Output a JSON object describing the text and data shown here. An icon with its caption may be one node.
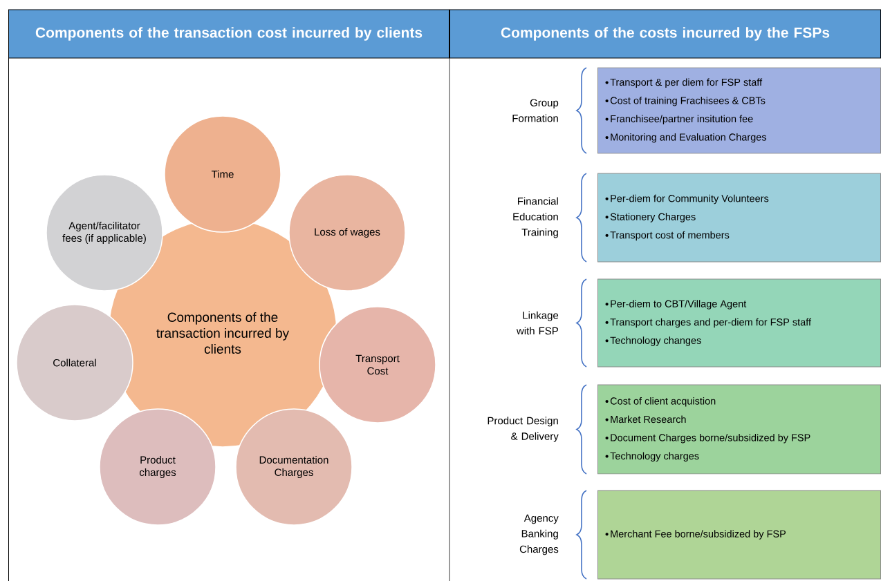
{
  "diagram": {
    "nodes": [
      {
        "text": [
          "Components of the transaction cost incurred by clients"
        ]
      },
      {
        "text": [
          "Components of the costs incurred by the FSPs"
        ]
      },
      {
        "text": [
          "Components of the transaction incurred by clients"
        ]
      },
      {
        "text": [
          "Time"
        ]
      },
      {
        "text": [
          "Loss of wages"
        ]
      },
      {
        "text": [
          "Transport Cost"
        ]
      },
      {
        "text": [
          "Documentation Charges"
        ]
      },
      {
        "text": [
          "Product charges"
        ]
      },
      {
        "text": [
          "Collateral"
        ]
      },
      {
        "text": [
          "Agent/facilitator fees (if applicable)"
        ]
      },
      {
        "text": [
          "Transport & per diem for FSP staff",
          "Cost of training Frachisees & CBTs",
          "Franchisee/partner insitution fee",
          "Monitoring and Evaluation Charges"
        ],
        "beside": [
          "Group Formation"
        ]
      },
      {
        "text": [
          "Per-diem for Community Volunteers",
          "Stationery Charges",
          "Transport cost of members"
        ],
        "beside": [
          "Financial Education Training"
        ]
      },
      {
        "text": [
          "Per-diem to CBT/Village Agent",
          "Transport charges and per-diem for FSP staff",
          "Technology changes"
        ],
        "beside": [
          "Linkage with FSP"
        ]
      },
      {
        "text": [
          "Cost of client acquistion",
          "Market Research",
          "Document Charges borne/subsidized by FSP",
          "Technology charges"
        ],
        "beside": [
          "Product Design & Delivery"
        ]
      },
      {
        "text": [
          "Merchant Fee borne/subsidized by FSP"
        ],
        "beside": [
          "Agency Banking Charges"
        ]
      }
    ]
  }
}
